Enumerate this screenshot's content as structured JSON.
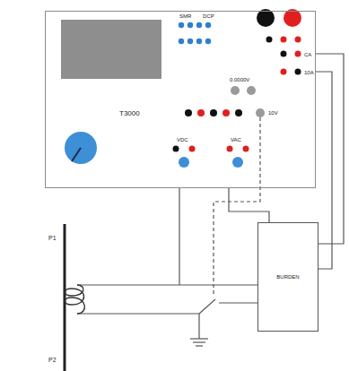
{
  "diagram": {
    "nodes": [
      {
        "text": [
          "SMR",
          "DCP",
          "0.0000V",
          "CA",
          "10A",
          "10V",
          "T3000",
          "VDC",
          "VAC"
        ]
      },
      {
        "text": [
          "BURDEN"
        ]
      }
    ],
    "edges": [
      {
        "from": 0,
        "to": 1,
        "arrow": "none"
      }
    ],
    "labels": [
      "P1",
      "P2"
    ]
  }
}
